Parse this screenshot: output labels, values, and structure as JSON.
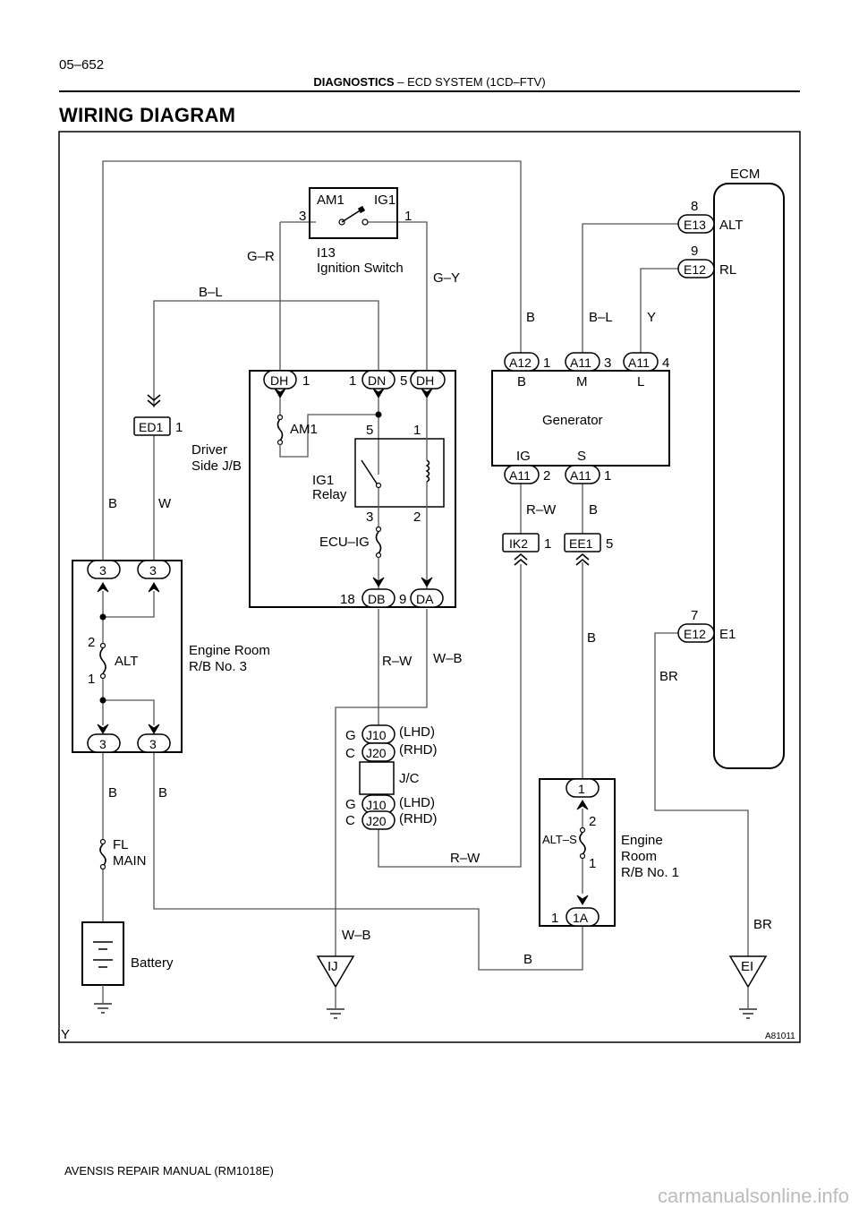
{
  "header": {
    "page_number": "05–652",
    "section": "DIAGNOSTICS",
    "separator": "–",
    "subsection": "ECD SYSTEM (1CD–FTV)"
  },
  "title": "WIRING DIAGRAM",
  "footer": "AVENSIS REPAIR MANUAL   (RM1018E)",
  "watermark": "carmanualsonline.info",
  "diagram": {
    "corner_left": "Y",
    "figure_id": "A81011",
    "ecm": {
      "label": "ECM",
      "pins": [
        {
          "conn": "E13",
          "pin": "8",
          "name": "ALT"
        },
        {
          "conn": "E12",
          "pin": "9",
          "name": "RL"
        },
        {
          "conn": "E12",
          "pin": "7",
          "name": "E1"
        }
      ]
    },
    "ignition_switch": {
      "code": "I13",
      "label": "Ignition Switch",
      "t1": "AM1",
      "t2": "IG1",
      "p1": "3",
      "p2": "1"
    },
    "driver_jb": {
      "label1": "Driver",
      "label2": "Side J/B",
      "relay1": "IG1",
      "relay2": "Relay",
      "fuse_am1": "AM1",
      "fuse_ecu": "ECU–IG",
      "c_dh_l": "DH",
      "p_dh_l": "1",
      "c_dn": "DN",
      "p_dn": "1",
      "c_dh_r": "DH",
      "p_dh_r": "5",
      "c_db": "DB",
      "p_db": "18",
      "c_da": "DA",
      "p_da": "9",
      "r5": "5",
      "r1": "1",
      "r3": "3",
      "r2": "2"
    },
    "generator": {
      "label": "Generator",
      "c1": "A12",
      "p1": "1",
      "t1": "B",
      "c2": "A11",
      "p2": "3",
      "t2": "M",
      "c3": "A11",
      "p3": "4",
      "t3": "L",
      "c4": "A11",
      "p4": "2",
      "t4": "IG",
      "c5": "A11",
      "p5": "1",
      "t5": "S"
    },
    "engine_rb3": {
      "label1": "Engine Room",
      "label2": "R/B No. 3",
      "fuse": "ALT",
      "fp2": "2",
      "fp1": "1",
      "c_tl": "3",
      "c_tr": "3",
      "c_bl": "3",
      "c_br": "3"
    },
    "engine_rb1": {
      "label1": "Engine",
      "label2": "Room",
      "label3": "R/B No. 1",
      "fuse": "ALT–S",
      "fp2": "2",
      "fp1": "1",
      "c_top": "1",
      "c_bot": "1A",
      "p_bot": "1"
    },
    "jc": {
      "label": "J/C",
      "g1": "G",
      "c1": "C",
      "g2": "G",
      "c2": "C",
      "j10a": "J10",
      "j20a": "J20",
      "j10b": "J10",
      "j20b": "J20",
      "lhd1": "(LHD)",
      "rhd1": "(RHD)",
      "lhd2": "(LHD)",
      "rhd2": "(RHD)"
    },
    "connectors": {
      "ed1": "ED1",
      "ed1_pin": "1",
      "ik2": "IK2",
      "ik2_pin": "1",
      "ee1": "EE1",
      "ee1_pin": "5"
    },
    "battery": "Battery",
    "fl_main1": "FL",
    "fl_main2": "MAIN",
    "grounds": {
      "ij": "IJ",
      "ei": "EI"
    },
    "wires": {
      "gr": "G–R",
      "gy": "G–Y",
      "bl": "B–L",
      "b_top": "B",
      "bl2": "B–L",
      "y": "Y",
      "b_left": "B",
      "w_left": "W",
      "rw_gen": "R–W",
      "b_gen": "B",
      "rw_db": "R–W",
      "wb_da": "W–B",
      "b_ee1": "B",
      "br_e1": "BR",
      "b_bat": "B",
      "b_rb3": "B",
      "rw_bot": "R–W",
      "wb_bot": "W–B",
      "b_bot": "B",
      "br_bot": "BR"
    }
  }
}
